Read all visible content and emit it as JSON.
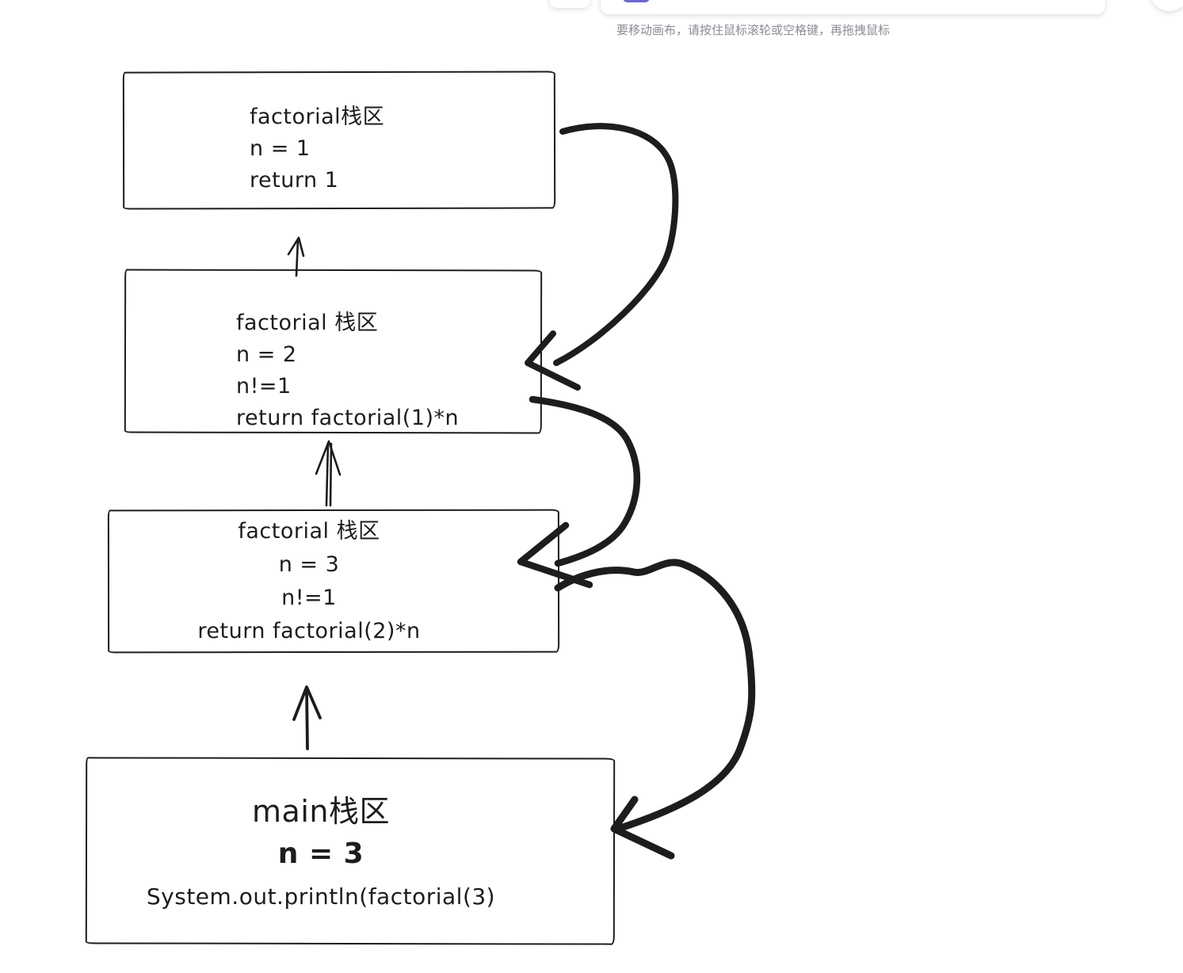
{
  "ui": {
    "pan_hint": "要移动画布，请按住鼠标滚轮或空格键，再拖拽鼠标",
    "accent_color": "#6965db",
    "stroke_color": "#1d1d1f"
  },
  "stack_frames": [
    {
      "title": "factorial栈区",
      "line2": "n = 1",
      "line3": "return 1"
    },
    {
      "title": "factorial 栈区",
      "line2": "n = 2",
      "line3": "n!=1",
      "line4": "return factorial(1)*n"
    },
    {
      "title": "factorial 栈区",
      "line2": "n = 3",
      "line3": "n!=1",
      "line4": "return factorial(2)*n"
    },
    {
      "title": "main栈区",
      "line2": "n = 3",
      "line3": "System.out.println(factorial(3)"
    }
  ]
}
